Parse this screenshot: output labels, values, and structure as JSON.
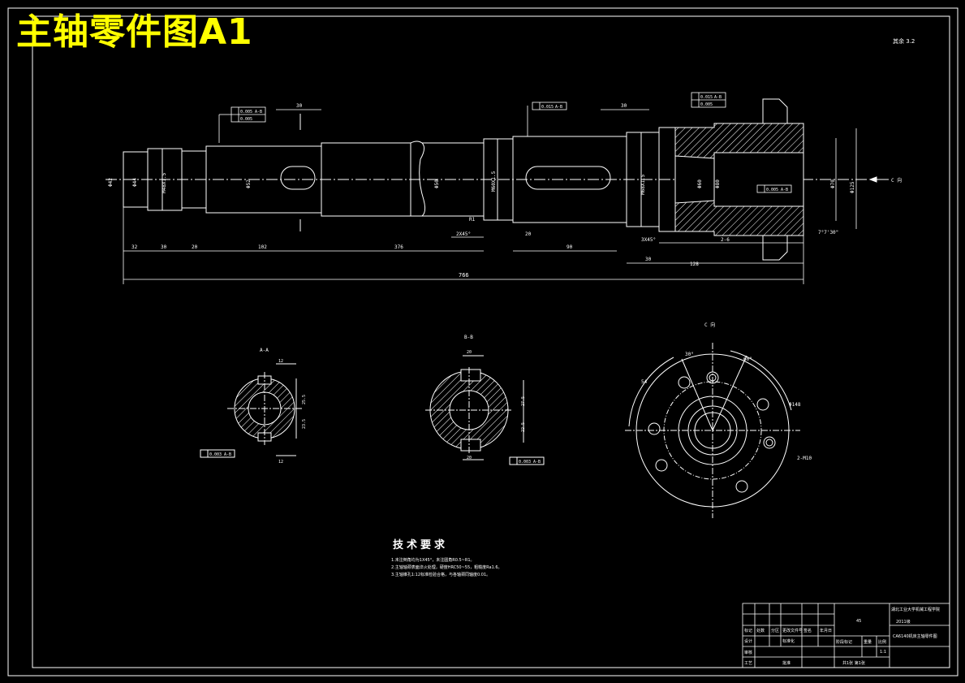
{
  "headline": "主轴零件图A1",
  "roughness_note": "其余",
  "roughness_value": "3.2",
  "tech_requirements": {
    "title": "技术要求",
    "items": [
      "1.未注倒角均为1X45°，未注圆角R0.5~R1。",
      "2.主轴轴颈表面淬火处理，硬度HRC50~55，粗糙度Ra1.6。",
      "3.主轴锥孔1:12标准检验合格，与各轴颈同轴度0.01。"
    ]
  },
  "view_labels": {
    "section_a": "A-A",
    "section_b": "B-B",
    "view_c": "C 向",
    "arrow_c": "C 向"
  },
  "dimensions": {
    "overall_length": "766",
    "d1": "32",
    "d2": "30",
    "d3": "20",
    "d4": "102",
    "d5": "376",
    "d6": "2X45°",
    "d7": "20",
    "d8": "90",
    "d9": "3X45°",
    "d10": "30",
    "d11": "128",
    "d12": "2-6",
    "top_30a": "30",
    "top_30b": "30",
    "phi_m48": "M48X1.5",
    "phi_m60": "M60X1.5",
    "phi_m68": "M68X1.5",
    "phi_44": "Φ44",
    "phi_52": "Φ52",
    "phi_42": "Φ42",
    "phi_50": "Φ50",
    "phi_60": "Φ60",
    "phi_70": "Φ70",
    "flange_80": "Φ80",
    "flange_125": "Φ125",
    "angle_7": "7°7'30\"",
    "r_1": "R1",
    "a_12": "12",
    "a_25": "25.5",
    "a_23": "23.5",
    "b_20": "20",
    "b_27": "27.5",
    "b_22": "22.5",
    "c_30": "30°",
    "c_60": "60°",
    "c_54": "54",
    "c_phi": "Φ148",
    "c_2m10": "2-M10"
  },
  "tolerances": {
    "t1a": "0.005",
    "t1b": "A-B",
    "t2": "0.005",
    "t3a": "0.015",
    "t3b": "A-B",
    "t4a": "0.015",
    "t4b": "A-B",
    "t5": "0.005",
    "t6a": "0.005",
    "t6b": "A-B",
    "sa": "0.003",
    "sab": "A-B",
    "sb": "0.003",
    "sbb": "A-B"
  },
  "title_block": {
    "company": "湖北工业大学机械工程学院",
    "class": "2011级",
    "drawing_name": "CA6140机床主轴零件图",
    "material": "45",
    "scale": "1:1",
    "sheet": "共1张 第1张",
    "row_labels": [
      "标记",
      "处数",
      "分区",
      "更改文件号",
      "签名",
      "年月日"
    ],
    "design": "设计",
    "standard": "标准化",
    "approve": "批准",
    "review": "审核",
    "process": "工艺",
    "stage": "阶段标记",
    "weight": "重量",
    "ratio": "比例"
  },
  "colors": {
    "background": "#000000",
    "lines": "#ffffff",
    "headline": "#ffff00",
    "hatch": "#ffffff"
  }
}
